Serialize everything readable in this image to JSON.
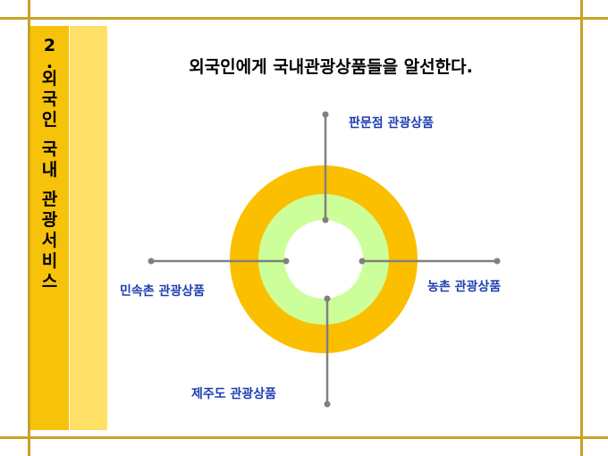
{
  "section": {
    "number": "2",
    "dot": ".",
    "title_chars": [
      "외",
      "국",
      "인",
      "",
      "국",
      "내",
      "",
      "관",
      "광",
      "서",
      "비",
      "스"
    ]
  },
  "headline": "외국인에게 국내관광상품들을 알선한다.",
  "diagram": {
    "top_label": "판문점 관광상품",
    "left_label": "민속촌 관광상품",
    "right_label": "농촌 관광상품",
    "bottom_label": "제주도 관광상품"
  },
  "colors": {
    "frame": "#c9a227",
    "band_dark": "#f6c20a",
    "band_light": "#ffe066",
    "ring_outer": "#fbbf00",
    "ring_inner": "#ccff99",
    "connector": "#808080",
    "label_text": "#1f3fb0"
  }
}
